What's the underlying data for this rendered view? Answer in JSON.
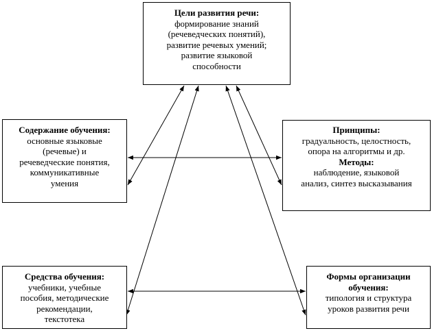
{
  "goals": {
    "title": "Цели развития речи:",
    "lines": [
      "формирование знаний",
      "(речеведческих понятий),",
      "развитие речевых умений;",
      "развитие языковой",
      "способности"
    ]
  },
  "content": {
    "title": "Содержание обучения:",
    "lines": [
      "основные языковые",
      "(речевые) и",
      "речеведческие понятия,",
      "коммуникативные",
      "умения"
    ]
  },
  "principles": {
    "title": "Принципы:",
    "lines": [
      "градуальность, целостность,",
      "опора на алгоритмы и др."
    ],
    "methods_title": "Методы:",
    "methods_lines": [
      "наблюдение, языковой",
      "анализ, синтез высказывания"
    ]
  },
  "means": {
    "title": "Средства обучения:",
    "lines": [
      "учебники, учебные",
      "пособия, методические",
      "рекомендации,",
      "текстотека"
    ]
  },
  "forms": {
    "title_lines": [
      "Формы организации",
      "обучения:"
    ],
    "lines": [
      "типология и структура",
      "уроков развития речи"
    ]
  }
}
